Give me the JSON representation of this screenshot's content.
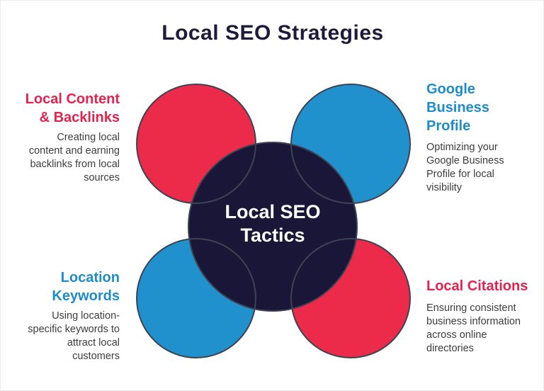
{
  "title": "Local SEO Strategies",
  "center_circle": {
    "label_line1": "Local SEO",
    "label_line2": "Tactics"
  },
  "items": [
    {
      "heading": "Local Content & Backlinks",
      "description": "Creating local content and earning backlinks from local sources"
    },
    {
      "heading": "Google Business Profile",
      "description": "Optimizing your Google Business Profile for local visibility"
    },
    {
      "heading": "Location Keywords",
      "description": "Using location-specific keywords to attract local customers"
    },
    {
      "heading": "Local Citations",
      "description": "Ensuring consistent business information across online directories"
    }
  ],
  "colors": {
    "red_circle": "#EC2B4B",
    "blue_circle": "#2191CE",
    "navy_circle": "#191638",
    "heading_red": "#E3234E",
    "heading_blue": "#1E8CC9",
    "title_text": "#1E1B3A",
    "body_text": "#3D3D3D",
    "circle_outline": "#3E4353"
  }
}
